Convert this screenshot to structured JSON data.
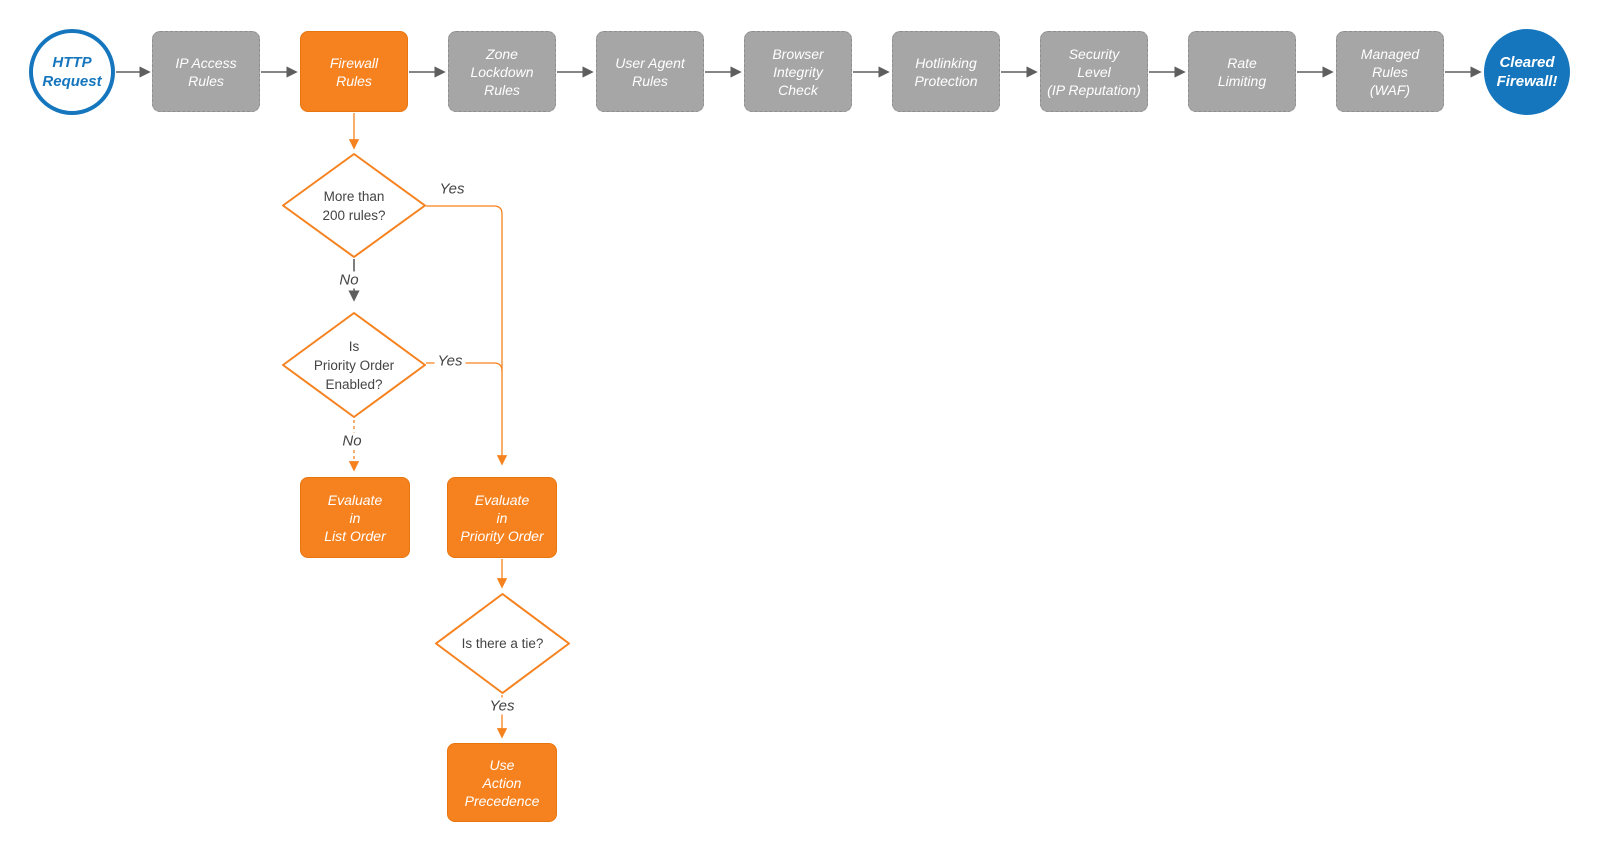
{
  "colors": {
    "orange": "#F6821F",
    "blue": "#1576BD",
    "gray-fill": "#A6A6A6",
    "gray-border": "#8E8E8E",
    "connector-gray": "#5E5E5E",
    "label-gray": "#444444"
  },
  "pipeline": {
    "start": {
      "label": [
        "HTTP",
        "Request"
      ]
    },
    "steps": [
      {
        "label": [
          "IP Access",
          "Rules"
        ],
        "highlight": false
      },
      {
        "label": [
          "Firewall",
          "Rules"
        ],
        "highlight": true
      },
      {
        "label": [
          "Zone",
          "Lockdown",
          "Rules"
        ],
        "highlight": false
      },
      {
        "label": [
          "User Agent",
          "Rules"
        ],
        "highlight": false
      },
      {
        "label": [
          "Browser",
          "Integrity",
          "Check"
        ],
        "highlight": false
      },
      {
        "label": [
          "Hotlinking",
          "Protection"
        ],
        "highlight": false
      },
      {
        "label": [
          "Security",
          "Level",
          "(IP Reputation)"
        ],
        "highlight": false
      },
      {
        "label": [
          "Rate",
          "Limiting"
        ],
        "highlight": false
      },
      {
        "label": [
          "Managed",
          "Rules",
          "(WAF)"
        ],
        "highlight": false
      }
    ],
    "end": {
      "label": [
        "Cleared",
        "Firewall!"
      ]
    }
  },
  "branch": {
    "decisions": [
      {
        "label": [
          "More than",
          "200 rules?"
        ]
      },
      {
        "label": [
          "Is",
          "Priority Order",
          "Enabled?"
        ]
      },
      {
        "label": [
          "Is there a tie?"
        ]
      }
    ],
    "actions": [
      {
        "label": [
          "Evaluate",
          "in",
          "List Order"
        ]
      },
      {
        "label": [
          "Evaluate",
          "in",
          "Priority Order"
        ]
      },
      {
        "label": [
          "Use",
          "Action",
          "Precedence"
        ]
      }
    ],
    "edge_labels": {
      "yes1": "Yes",
      "no1": "No",
      "yes2": "Yes",
      "no2": "No",
      "yes3": "Yes"
    }
  }
}
